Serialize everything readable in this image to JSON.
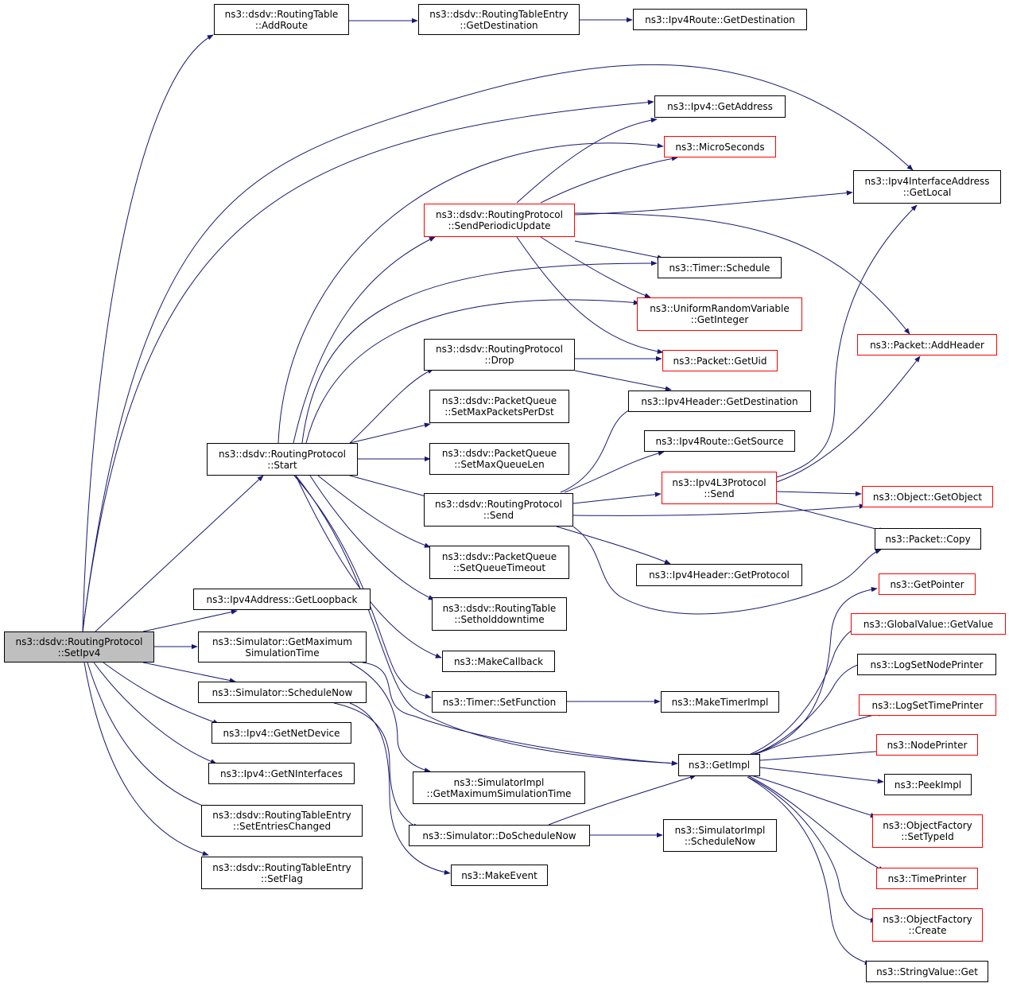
{
  "colors": {
    "edge": "#191970",
    "node_border": "#000000",
    "node_border_truncated": "#ff0000",
    "root_fill": "#bfbfbf"
  },
  "nodes": {
    "n00": {
      "l1": "ns3::dsdv::RoutingProtocol",
      "l2": "::SetIpv4"
    },
    "n01": {
      "l1": "ns3::dsdv::RoutingTable",
      "l2": "::AddRoute"
    },
    "n02": {
      "l1": "ns3::dsdv::RoutingTableEntry",
      "l2": "::GetDestination"
    },
    "n03": {
      "l1": "ns3::Ipv4Route::GetDestination"
    },
    "n04": {
      "l1": "ns3::dsdv::RoutingProtocol",
      "l2": "::Start"
    },
    "n05": {
      "l1": "ns3::Ipv4::GetAddress"
    },
    "n06": {
      "l1": "ns3::MicroSeconds"
    },
    "n07": {
      "l1": "ns3::Ipv4InterfaceAddress",
      "l2": "::GetLocal"
    },
    "n08": {
      "l1": "ns3::dsdv::RoutingProtocol",
      "l2": "::SendPeriodicUpdate"
    },
    "n09": {
      "l1": "ns3::Timer::Schedule"
    },
    "n10": {
      "l1": "ns3::UniformRandomVariable",
      "l2": "::GetInteger"
    },
    "n11": {
      "l1": "ns3::Packet::AddHeader"
    },
    "n12": {
      "l1": "ns3::dsdv::RoutingProtocol",
      "l2": "::Drop"
    },
    "n13": {
      "l1": "ns3::Packet::GetUid"
    },
    "n14": {
      "l1": "ns3::Ipv4Header::GetDestination"
    },
    "n15": {
      "l1": "ns3::dsdv::PacketQueue",
      "l2": "::SetMaxPacketsPerDst"
    },
    "n16": {
      "l1": "ns3::Ipv4Route::GetSource"
    },
    "n17": {
      "l1": "ns3::dsdv::PacketQueue",
      "l2": "::SetMaxQueueLen"
    },
    "n18": {
      "l1": "ns3::Ipv4L3Protocol",
      "l2": "::Send"
    },
    "n19": {
      "l1": "ns3::Object::GetObject"
    },
    "n20": {
      "l1": "ns3::dsdv::RoutingProtocol",
      "l2": "::Send"
    },
    "n21": {
      "l1": "ns3::Packet::Copy"
    },
    "n22": {
      "l1": "ns3::dsdv::PacketQueue",
      "l2": "::SetQueueTimeout"
    },
    "n23": {
      "l1": "ns3::Ipv4Header::GetProtocol"
    },
    "n24": {
      "l1": "ns3::GetPointer"
    },
    "n25": {
      "l1": "ns3::Ipv4Address::GetLoopback"
    },
    "n26": {
      "l1": "ns3::dsdv::RoutingTable",
      "l2": "::Setholddowntime"
    },
    "n27": {
      "l1": "ns3::GlobalValue::GetValue"
    },
    "n28": {
      "l1": "ns3::Simulator::GetMaximum",
      "l2": "SimulationTime"
    },
    "n29": {
      "l1": "ns3::MakeCallback"
    },
    "n30": {
      "l1": "ns3::LogSetNodePrinter"
    },
    "n31": {
      "l1": "ns3::Simulator::ScheduleNow"
    },
    "n32": {
      "l1": "ns3::Timer::SetFunction"
    },
    "n33": {
      "l1": "ns3::MakeTimerImpl"
    },
    "n34": {
      "l1": "ns3::LogSetTimePrinter"
    },
    "n35": {
      "l1": "ns3::Ipv4::GetNetDevice"
    },
    "n36": {
      "l1": "ns3::NodePrinter"
    },
    "n37": {
      "l1": "ns3::GetImpl"
    },
    "n38": {
      "l1": "ns3::Ipv4::GetNInterfaces"
    },
    "n39": {
      "l1": "ns3::SimulatorImpl",
      "l2": "::GetMaximumSimulationTime"
    },
    "n40": {
      "l1": "ns3::PeekImpl"
    },
    "n41": {
      "l1": "ns3::dsdv::RoutingTableEntry",
      "l2": "::SetEntriesChanged"
    },
    "n42": {
      "l1": "ns3::ObjectFactory",
      "l2": "::SetTypeId"
    },
    "n43": {
      "l1": "ns3::Simulator::DoScheduleNow"
    },
    "n44": {
      "l1": "ns3::SimulatorImpl",
      "l2": "::ScheduleNow"
    },
    "n45": {
      "l1": "ns3::dsdv::RoutingTableEntry",
      "l2": "::SetFlag"
    },
    "n46": {
      "l1": "ns3::TimePrinter"
    },
    "n47": {
      "l1": "ns3::MakeEvent"
    },
    "n48": {
      "l1": "ns3::ObjectFactory",
      "l2": "::Create"
    },
    "n49": {
      "l1": "ns3::StringValue::Get"
    }
  }
}
